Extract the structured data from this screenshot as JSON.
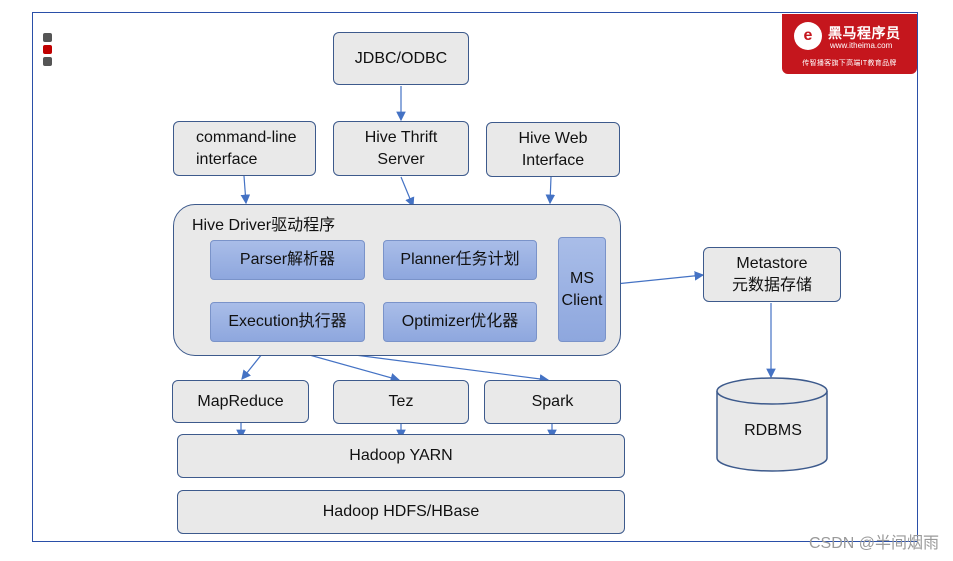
{
  "logo": {
    "mark": "e",
    "title": "黑马程序员",
    "url": "www.itheima.com",
    "slogan": "传智播客旗下高端IT教育品牌"
  },
  "nodes": {
    "jdbc": "JDBC/ODBC",
    "cli": "command-line\ninterface",
    "thrift": "Hive Thrift\nServer",
    "web": "Hive Web\nInterface",
    "driver_title": "Hive Driver驱动程序",
    "parser": "Parser解析器",
    "planner": "Planner任务计划",
    "execution": "Execution执行器",
    "optimizer": "Optimizer优化器",
    "ms_client": "MS\nClient",
    "metastore": "Metastore\n元数据存储",
    "mapreduce": "MapReduce",
    "tez": "Tez",
    "spark": "Spark",
    "yarn": "Hadoop YARN",
    "hdfs": "Hadoop HDFS/HBase",
    "rdbms": "RDBMS"
  },
  "colors": {
    "border": "#2a4fa8",
    "box_fill": "#e9e9e9",
    "component_fill": "#9db2e3",
    "arrow": "#4472c4",
    "logo_red": "#c5161d"
  },
  "watermark": "CSDN @半间烟雨"
}
